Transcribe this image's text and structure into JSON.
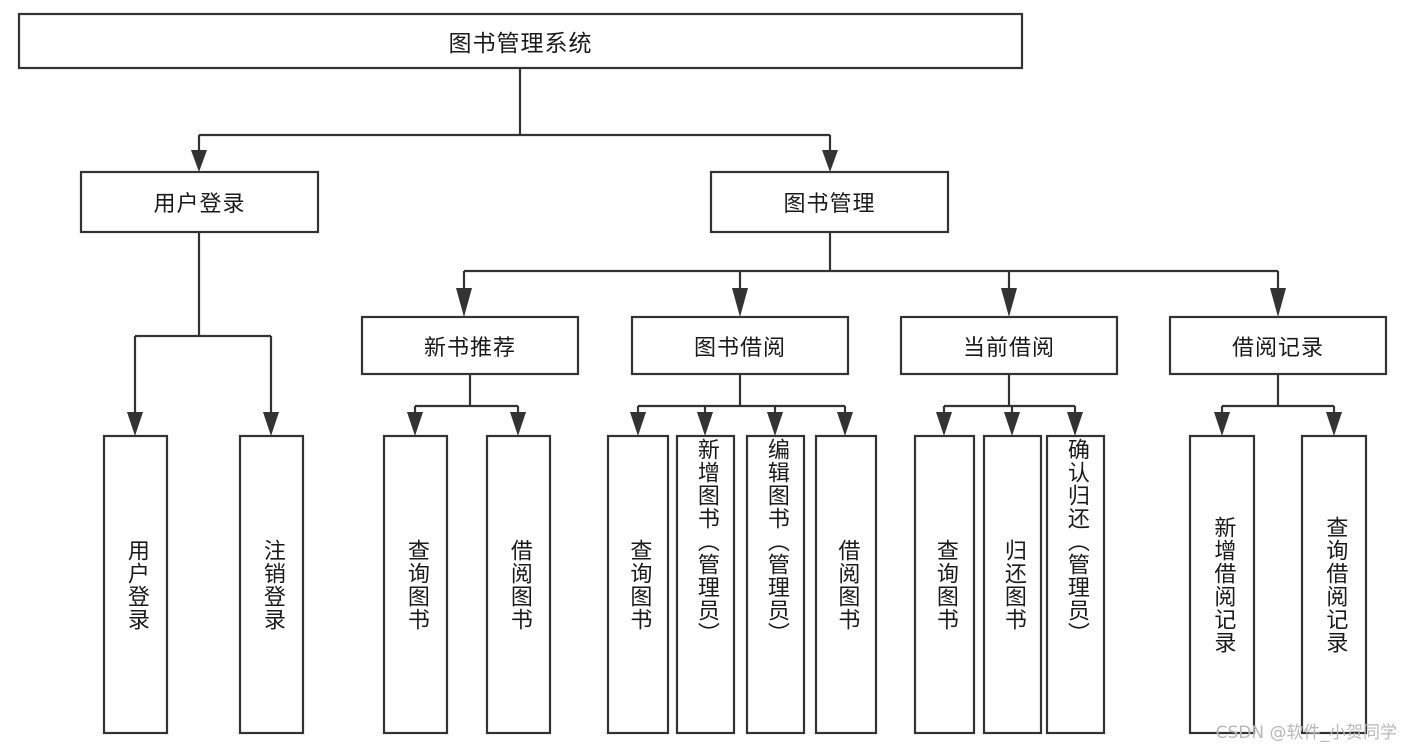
{
  "diagram": {
    "type": "tree",
    "title": "图书管理系统",
    "watermark": "CSDN @软件_小贺同学",
    "colors": {
      "box_stroke": "#333333",
      "box_fill": "#ffffff",
      "text": "#1a1a1a",
      "connector": "#333333",
      "background": "#ffffff",
      "watermark": "#b8b8b8"
    },
    "levels": {
      "root": {
        "label": "图书管理系统"
      },
      "level2": [
        {
          "label": "用户登录"
        },
        {
          "label": "图书管理"
        }
      ],
      "level3": [
        {
          "label": "新书推荐"
        },
        {
          "label": "图书借阅"
        },
        {
          "label": "当前借阅"
        },
        {
          "label": "借阅记录"
        }
      ]
    },
    "leaves": {
      "user_login": [
        {
          "label": "用户登录"
        },
        {
          "label": "注销登录"
        }
      ],
      "new_book_recommend": [
        {
          "label": "查询图书"
        },
        {
          "label": "借阅图书"
        }
      ],
      "book_borrow": [
        {
          "label": "查询图书"
        },
        {
          "label": "新增图书（管理员）"
        },
        {
          "label": "编辑图书（管理员）"
        },
        {
          "label": "借阅图书"
        }
      ],
      "current_borrow": [
        {
          "label": "查询图书"
        },
        {
          "label": "归还图书"
        },
        {
          "label": "确认归还（管理员）"
        }
      ],
      "borrow_record": [
        {
          "label": "新增借阅记录"
        },
        {
          "label": "查询借阅记录"
        }
      ]
    }
  }
}
